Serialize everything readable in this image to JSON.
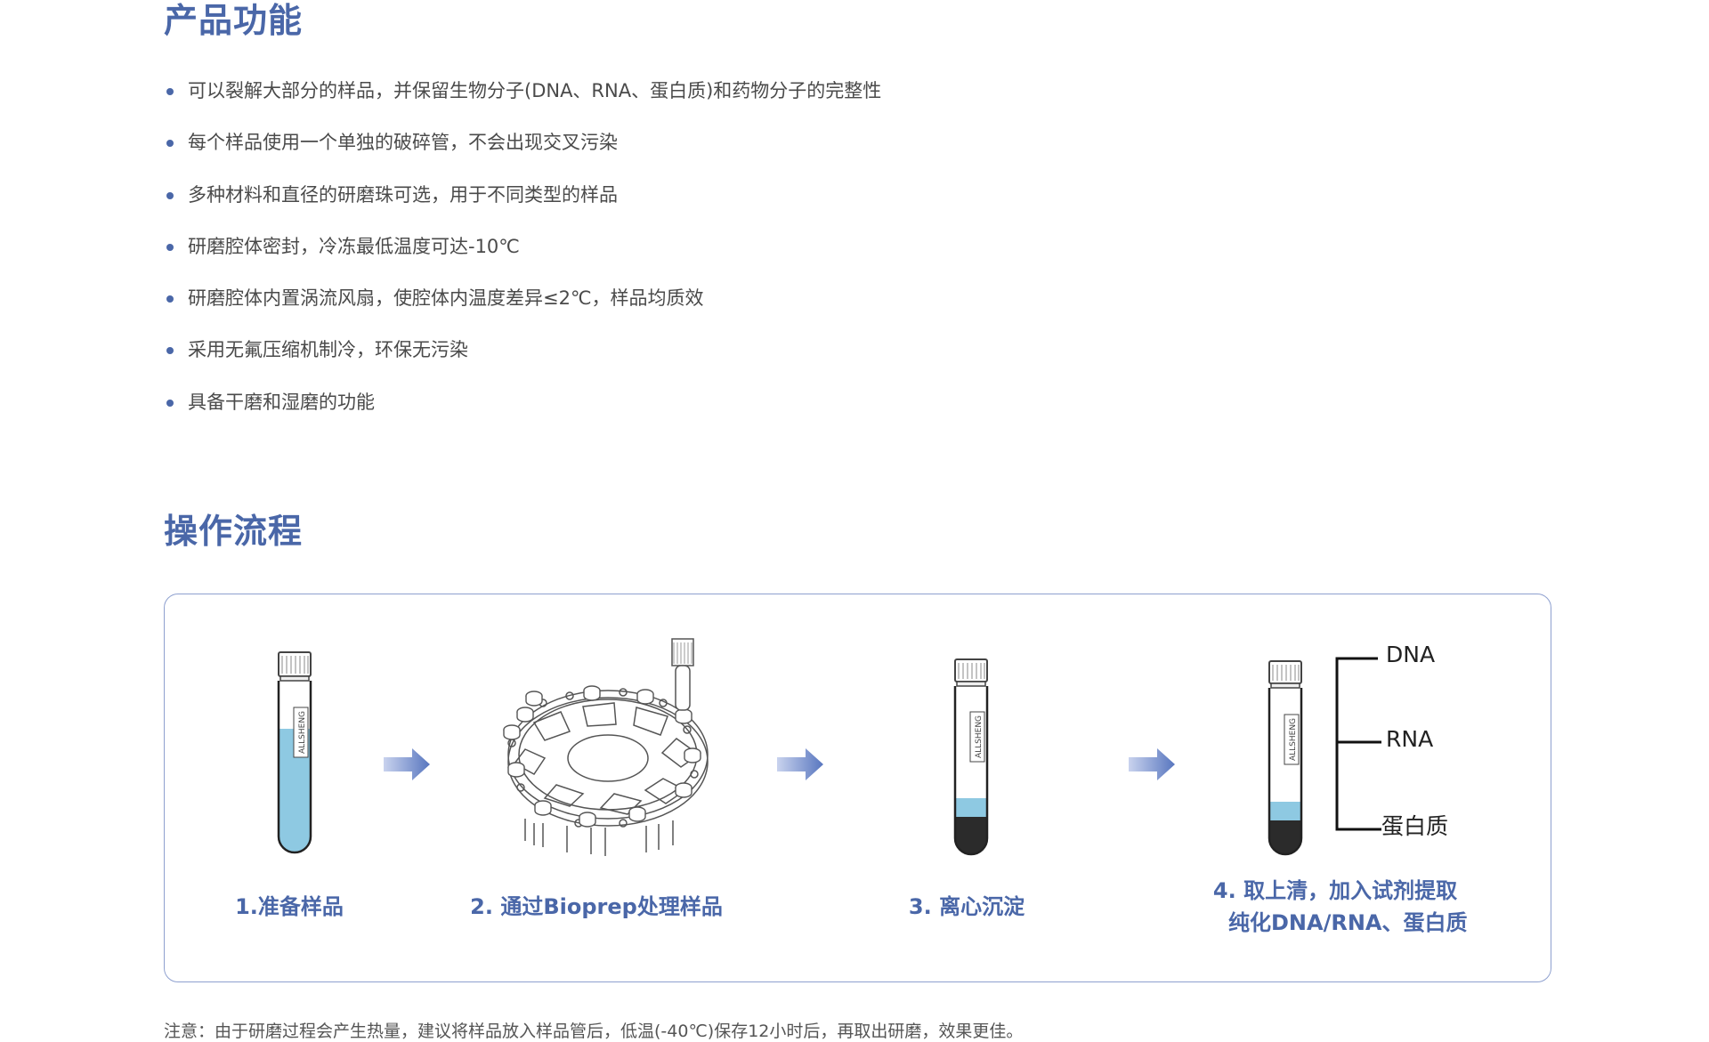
{
  "features": {
    "title": "产品功能",
    "items": [
      "可以裂解大部分的样品，并保留生物分子(DNA、RNA、蛋白质)和药物分子的完整性",
      "每个样品使用一个单独的破碎管，不会出现交叉污染",
      "多种材料和直径的研磨珠可选，用于不同类型的样品",
      "研磨腔体密封，冷冻最低温度可达-10℃",
      "研磨腔体内置涡流风扇，使腔体内温度差异≤2℃，样品均质效",
      "采用无氟压缩机制冷，环保无污染",
      "具备干磨和湿磨的功能"
    ]
  },
  "workflow": {
    "title": "操作流程",
    "tube_brand": "ALLSHENG",
    "steps": [
      {
        "label": "1.准备样品"
      },
      {
        "label": "2. 通过Bioprep处理样品"
      },
      {
        "label": "3. 离心沉淀"
      },
      {
        "label_line1": "4. 取上清，加入试剂提取",
        "label_line2": "纯化DNA/RNA、蛋白质"
      }
    ],
    "outputs": [
      "DNA",
      "RNA",
      "蛋白质"
    ]
  },
  "note": "注意：由于研磨过程会产生热量，建议将样品放入样品管后，低温(-40℃)保存12小时后，再取出研磨，效果更佳。",
  "colors": {
    "accent": "#4a67a8",
    "liquid": "#8ec9e2",
    "pellet": "#2b2b2b",
    "border": "#8ea0cf"
  }
}
